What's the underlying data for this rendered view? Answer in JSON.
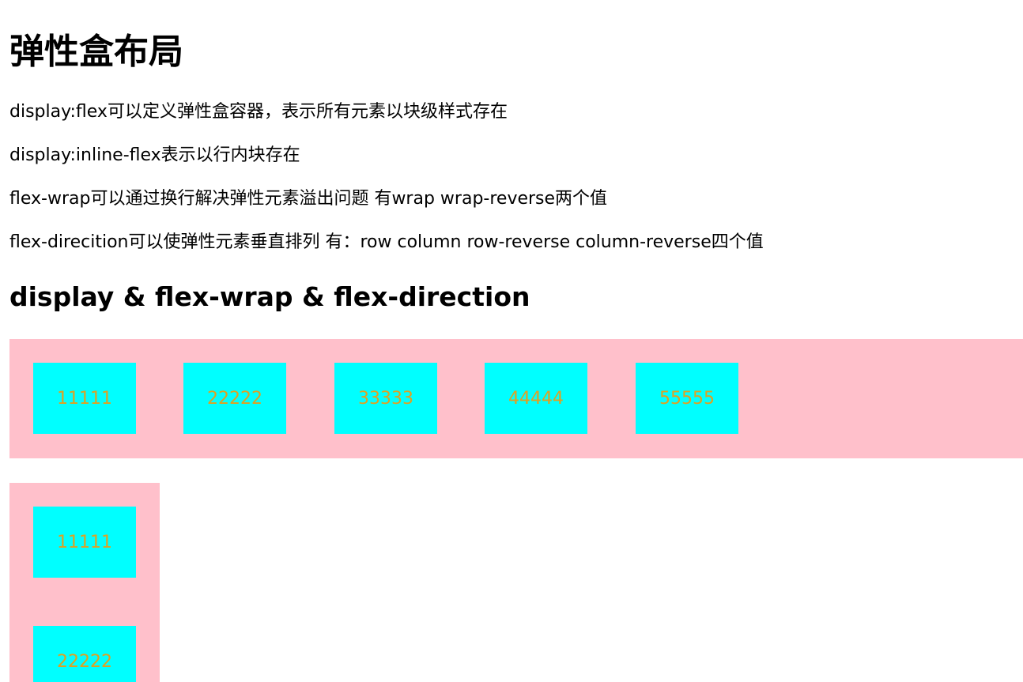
{
  "heading": "弹性盒布局",
  "paragraphs": [
    "display:flex可以定义弹性盒容器，表示所有元素以块级样式存在",
    "display:inline-flex表示以行内块存在",
    "flex-wrap可以通过换行解决弹性元素溢出问题 有wrap wrap-reverse两个值",
    "flex-direcition可以使弹性元素垂直排列 有：row column row-reverse column-reverse四个值"
  ],
  "subheading": "display & flex-wrap & flex-direction",
  "row_container": {
    "items": [
      "11111",
      "22222",
      "33333",
      "44444",
      "55555"
    ]
  },
  "column_container": {
    "items": [
      "11111",
      "22222"
    ]
  },
  "colors": {
    "container_bg": "#ffc0cb",
    "item_bg": "#00ffff",
    "item_text": "#e0a020"
  }
}
